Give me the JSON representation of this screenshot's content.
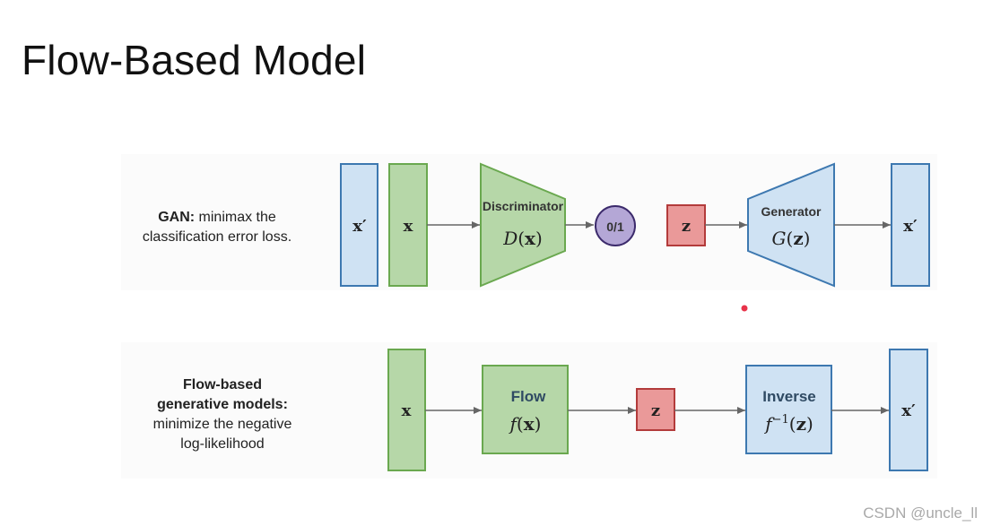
{
  "slide": {
    "title": "Flow-Based Model"
  },
  "gan_row": {
    "caption_bold": "GAN:",
    "caption_rest_line1": " minimax the",
    "caption_line2": "classification error loss.",
    "real_box_label": "x′",
    "data_box_label": "x",
    "discriminator_title": "Discriminator",
    "discriminator_func": "D(x)",
    "output_label": "0/1",
    "latent_label": "z",
    "generator_title": "Generator",
    "generator_func": "G(z)",
    "generated_label": "x′"
  },
  "flow_row": {
    "caption_line1": "Flow-based",
    "caption_line2": "generative models:",
    "caption_line3": "minimize the negative",
    "caption_line4": "log-likelihood",
    "input_label": "x",
    "flow_title": "Flow",
    "flow_func": "f(x)",
    "latent_label": "z",
    "inverse_title": "Inverse",
    "inverse_func": "f⁻¹(z)",
    "output_label": "x′"
  },
  "watermark": "CSDN @uncle_ll",
  "colors": {
    "blue_fill": "#cfe2f3",
    "blue_stroke": "#3d78b0",
    "green_fill": "#b6d7a8",
    "green_stroke": "#6aa84f",
    "red_fill": "#ea9999",
    "red_stroke": "#b33b3b",
    "purple_fill": "#b4a7d6",
    "purple_stroke": "#3b2a6b",
    "arrow": "#666666",
    "dot": "#e8334a"
  }
}
